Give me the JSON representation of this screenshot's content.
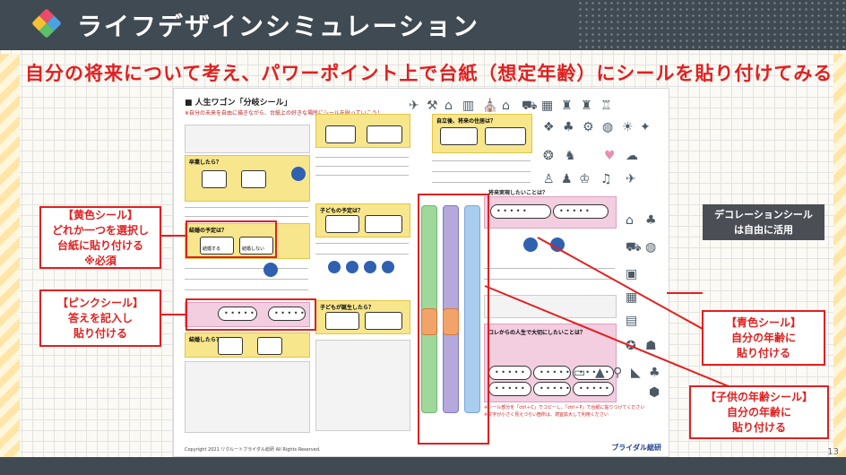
{
  "header": {
    "title": "ライフデザインシミュレーション"
  },
  "subtitle": "自分の将来について考え、パワーポイント上で台紙（想定年齢）にシールを貼り付けてみる",
  "sheet": {
    "title": "■ 人生ワゴン「分岐シール」",
    "subtitle": "※自分の未来を自由に描きながら、台紙上の好きな場所にシールを貼っていこう！",
    "copyright": "Copyright 2021 リクルートブライダル総研 All Rights Reserved.",
    "brand": "ブライダル総研",
    "note1": "※シール部分を「ctrl＋C」でコピーし、「ctrl＋P」で台紙に貼りつけてください",
    "note2": "※文字が小さく見えづらい箇所は、適宜拡大して利用ください",
    "sections": {
      "graduation": "卒業したら？",
      "marriage_plan": "結婚の予定は？",
      "married": "結婚したら？",
      "children": "子どもの予定は？",
      "child_born": "子どもが誕生したら？",
      "living": "自立後、将来の住居は？",
      "future": "将来実現したいことは？",
      "values": "コレからの人生で大切にしたいことは？"
    },
    "stickers": {
      "marry": "結婚する",
      "not_marry": "結婚しない"
    }
  },
  "callouts": {
    "yellow": [
      "【黄色シール】",
      "どれか一つを選択し",
      "台紙に貼り付ける",
      "※必須"
    ],
    "pink": [
      "【ピンクシール】",
      "答えを記入し",
      "貼り付ける"
    ],
    "decoration": [
      "デコレーションシール",
      "は自由に活用"
    ],
    "blue": [
      "【青色シール】",
      "自分の年齢に",
      "貼り付ける"
    ],
    "child_age": [
      "【子供の年齢シール】",
      "自分の年齢に",
      "貼り付ける"
    ]
  },
  "colors": {
    "header_bg": "#3f4a52",
    "accent_red": "#e02020",
    "sticker_yellow": "#f7e68c",
    "sticker_pink": "#f3cde0",
    "sticker_blue": "#3060b0"
  },
  "page_number": "13"
}
